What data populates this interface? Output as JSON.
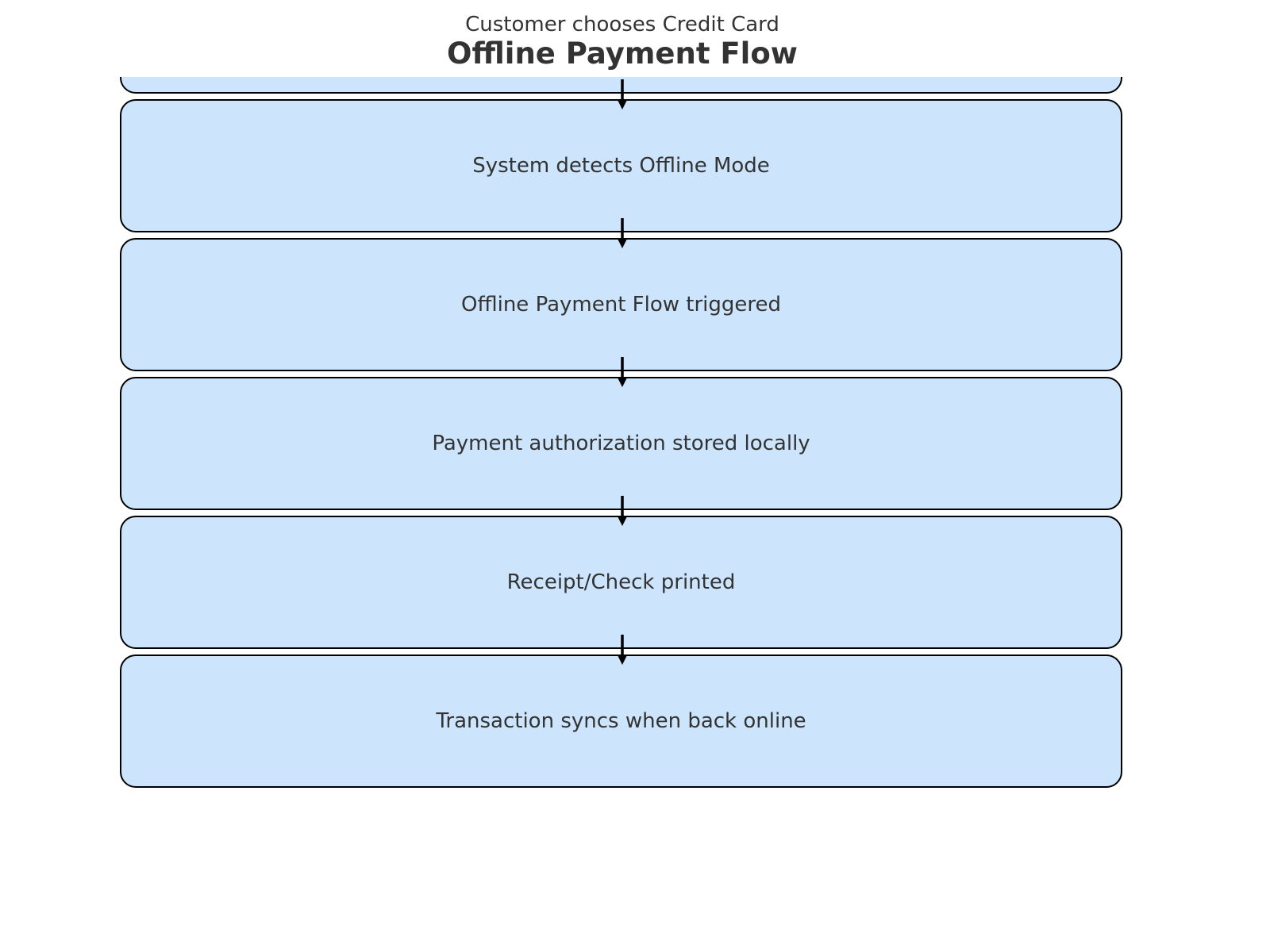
{
  "diagram": {
    "title": "Offline Payment Flow",
    "box_fill_color": "#cce5fc",
    "box_border_color": "#000000",
    "text_color": "#333333",
    "steps": [
      {
        "label": "Customer chooses Credit Card"
      },
      {
        "label": "System detects Offline Mode"
      },
      {
        "label": "Offline Payment Flow triggered"
      },
      {
        "label": "Payment authorization stored locally"
      },
      {
        "label": "Receipt/Check printed"
      },
      {
        "label": "Transaction syncs when back online"
      }
    ],
    "arrows": [
      {
        "from": 0,
        "to": 1
      },
      {
        "from": 1,
        "to": 2
      },
      {
        "from": 2,
        "to": 3
      },
      {
        "from": 3,
        "to": 4
      },
      {
        "from": 4,
        "to": 5
      }
    ]
  }
}
